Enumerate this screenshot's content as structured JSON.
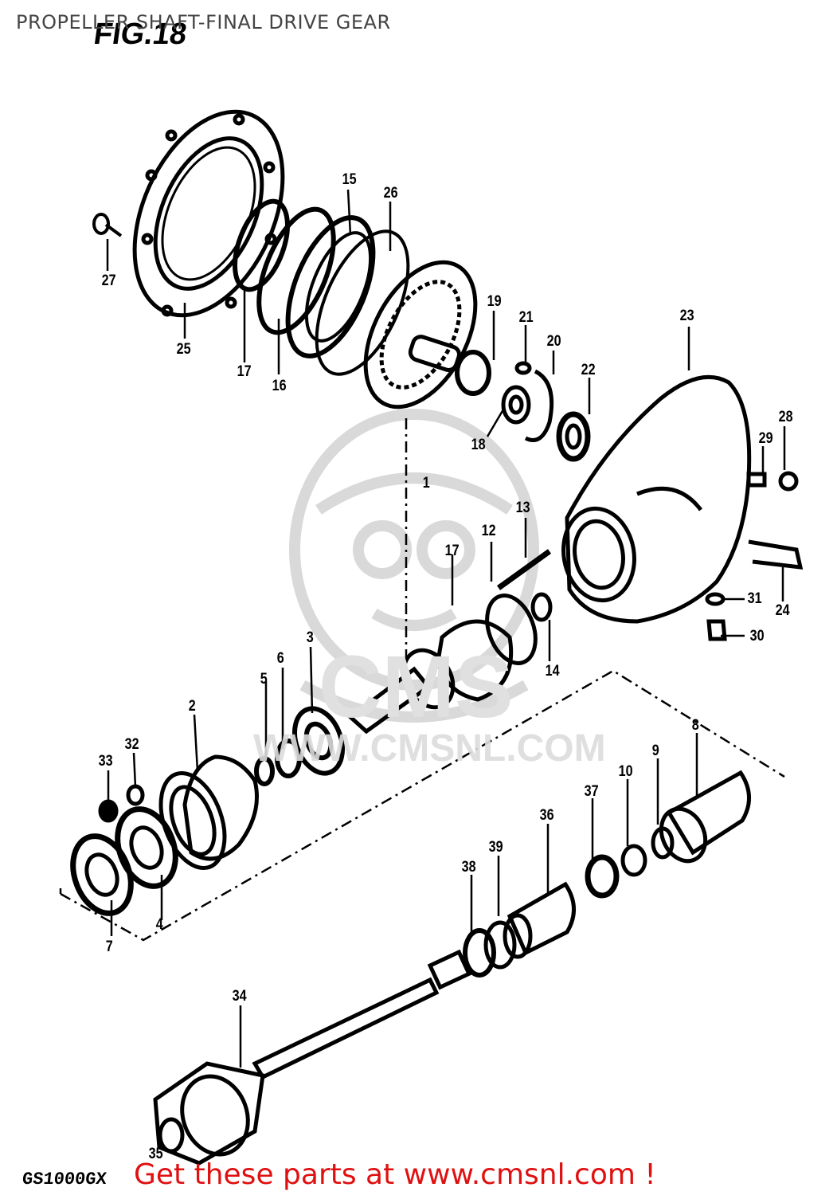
{
  "header": {
    "title": "PROPELLER SHAFT-FINAL DRIVE GEAR",
    "figure_label": "FIG.18"
  },
  "footer": {
    "model_code": "GS1000GX",
    "cta": "Get these parts at www.cmsnl.com !"
  },
  "watermark": {
    "brand": "CMS",
    "url": "WWW.CMSNL.COM"
  },
  "callouts": [
    {
      "id": "c27",
      "label": "27"
    },
    {
      "id": "c25",
      "label": "25"
    },
    {
      "id": "c17a",
      "label": "17"
    },
    {
      "id": "c16",
      "label": "16"
    },
    {
      "id": "c15",
      "label": "15"
    },
    {
      "id": "c26",
      "label": "26"
    },
    {
      "id": "c19",
      "label": "19"
    },
    {
      "id": "c21",
      "label": "21"
    },
    {
      "id": "c20",
      "label": "20"
    },
    {
      "id": "c22",
      "label": "22"
    },
    {
      "id": "c18",
      "label": "18"
    },
    {
      "id": "c23",
      "label": "23"
    },
    {
      "id": "c28",
      "label": "28"
    },
    {
      "id": "c29",
      "label": "29"
    },
    {
      "id": "c1",
      "label": "1"
    },
    {
      "id": "c13",
      "label": "13"
    },
    {
      "id": "c12",
      "label": "12"
    },
    {
      "id": "c17b",
      "label": "17"
    },
    {
      "id": "c31",
      "label": "31"
    },
    {
      "id": "c24",
      "label": "24"
    },
    {
      "id": "c30",
      "label": "30"
    },
    {
      "id": "c14",
      "label": "14"
    },
    {
      "id": "c3",
      "label": "3"
    },
    {
      "id": "c6",
      "label": "6"
    },
    {
      "id": "c5",
      "label": "5"
    },
    {
      "id": "c2",
      "label": "2"
    },
    {
      "id": "c32",
      "label": "32"
    },
    {
      "id": "c33",
      "label": "33"
    },
    {
      "id": "c8",
      "label": "8"
    },
    {
      "id": "c9",
      "label": "9"
    },
    {
      "id": "c10",
      "label": "10"
    },
    {
      "id": "c37",
      "label": "37"
    },
    {
      "id": "c36",
      "label": "36"
    },
    {
      "id": "c39",
      "label": "39"
    },
    {
      "id": "c38",
      "label": "38"
    },
    {
      "id": "c7",
      "label": "7"
    },
    {
      "id": "c4",
      "label": "4"
    },
    {
      "id": "c34",
      "label": "34"
    },
    {
      "id": "c35",
      "label": "35"
    }
  ]
}
